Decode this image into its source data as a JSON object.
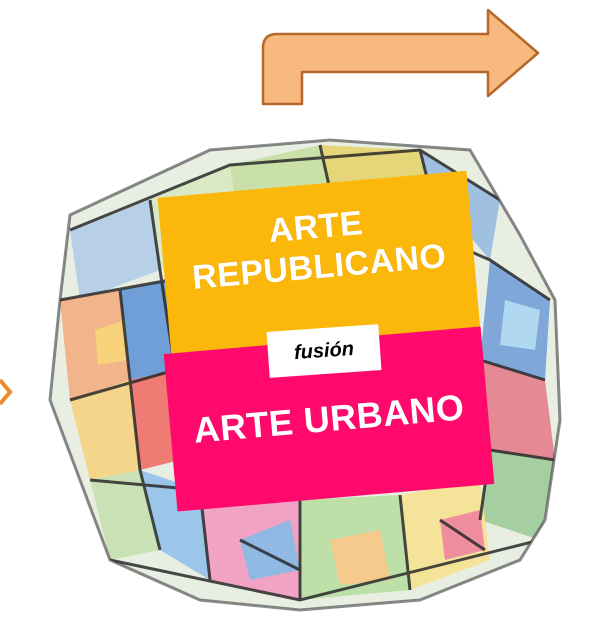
{
  "diagram": {
    "top_box": {
      "line1": "ARTE",
      "line2": "REPUBLICANO",
      "color": "#fbb80a"
    },
    "connector": {
      "text": "fusión"
    },
    "bottom_box": {
      "text": "ARTE URBANO",
      "color": "#ff0a6c"
    },
    "arrow": {
      "fill": "#f8b97e",
      "stroke": "#b6682a",
      "direction": "right"
    },
    "side_arrow": {
      "color": "#f08a30"
    }
  }
}
